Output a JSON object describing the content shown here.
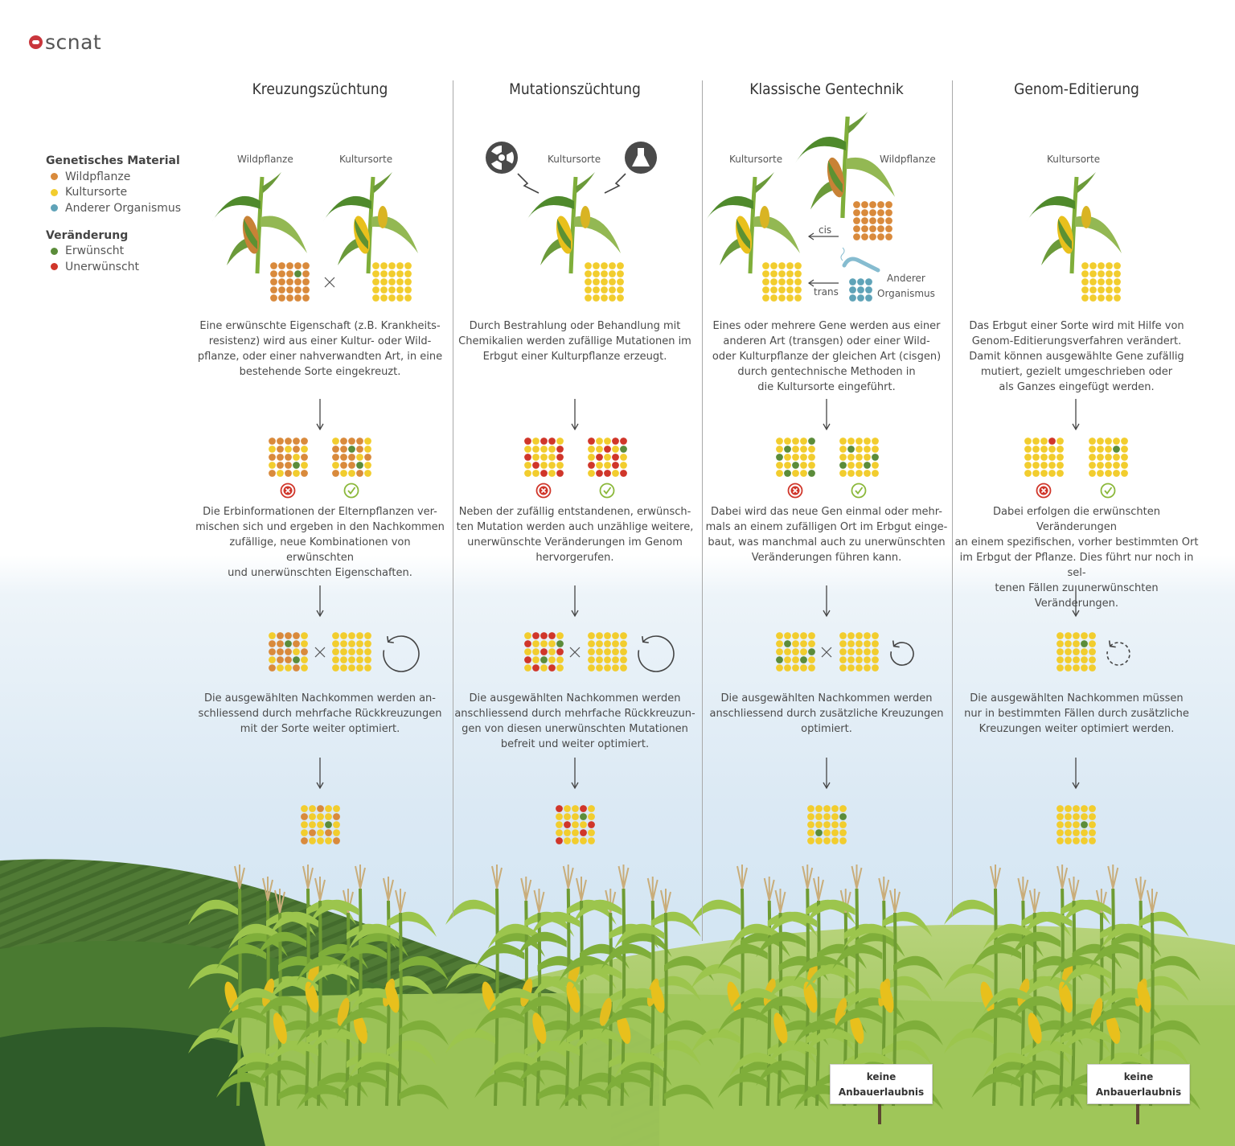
{
  "brand": {
    "logo_text": "scnat"
  },
  "legend": {
    "material_title": "Genetisches Material",
    "material_items": [
      {
        "label": "Wildpflanze",
        "color": "#d98a3c"
      },
      {
        "label": "Kultursorte",
        "color": "#f2cd2e"
      },
      {
        "label": "Anderer Organismus",
        "color": "#5fa3b8"
      }
    ],
    "change_title": "Veränderung",
    "change_items": [
      {
        "label": "Erwünscht",
        "color": "#5b8c3a"
      },
      {
        "label": "Unerwünscht",
        "color": "#d0362a"
      }
    ]
  },
  "columns": [
    {
      "title": "Kreuzungszüchtung",
      "plant_labels": [
        "Wildpflanze",
        "Kultursorte"
      ],
      "desc1": "Eine erwünschte Eigenschaft (z.B. Krankheits-\nresistenz) wird aus einer Kultur- oder Wild-\npflanze, oder einer nahverwandten Art, in eine\nbestehende Sorte eingekreuzt.",
      "desc2": "Die Erbinformationen der Elternpflanzen ver-\nmischen sich und ergeben in den Nachkommen\nzufällige, neue Kombinationen von erwünschten\nund unerwünschten Eigenschaften.",
      "desc3": "Die ausgewählten Nachkommen werden an-\nschliessend durch mehrfache Rückkreuzungen\nmit der Sorte weiter optimiert."
    },
    {
      "title": "Mutationszüchtung",
      "plant_labels": [
        "Kultursorte"
      ],
      "desc1": "Durch Bestrahlung oder Behandlung mit\nChemikalien werden zufällige Mutationen im\nErbgut einer Kulturpflanze erzeugt.",
      "desc2": "Neben der zufällig entstandenen, erwünsch-\nten Mutation werden auch unzählige weitere,\nunerwünschte Veränderungen im Genom\nhervorgerufen.",
      "desc3": "Die ausgewählten Nachkommen werden\nanschliessend durch mehrfache Rückkreuzun-\ngen von diesen unerwünschten Mutationen\nbefreit und weiter optimiert."
    },
    {
      "title": "Klassische Gentechnik",
      "plant_labels": [
        "Kultursorte",
        "Wildpflanze"
      ],
      "cis_label": "cis",
      "trans_label": "trans",
      "other_label": "Anderer\nOrganismus",
      "desc1": "Eines oder mehrere Gene werden aus einer\nanderen Art (transgen) oder einer Wild-\noder Kulturpflanze der gleichen Art (cisgen)\ndurch gentechnische Methoden in\ndie Kultursorte eingeführt.",
      "desc2": "Dabei wird das neue Gen einmal oder mehr-\nmals an einem zufälligen Ort im Erbgut einge-\nbaut, was manchmal auch zu unerwünschten\nVeränderungen führen kann.",
      "desc3": "Die ausgewählten Nachkommen werden\nanschliessend durch zusätzliche Kreuzungen\noptimiert.",
      "sign": "keine\nAnbauerlaubnis"
    },
    {
      "title": "Genom-Editierung",
      "plant_labels": [
        "Kultursorte"
      ],
      "desc1": "Das Erbgut einer Sorte wird mit Hilfe von\nGenom-Editierungsverfahren verändert.\nDamit können ausgewählte Gene zufällig\nmutiert, gezielt umgeschrieben oder\nals Ganzes eingefügt werden.",
      "desc2": "Dabei erfolgen die erwünschten Veränderungen\nan einem spezifischen, vorher bestimmten Ort\nim Erbgut der Pflanze. Dies führt nur noch in sel-\ntenen Fällen zu unerwünschten Veränderungen.",
      "desc3": "Die ausgewählten Nachkommen müssen\nnur in bestimmten Fällen durch zusätzliche\nKreuzungen weiter optimiert werden.",
      "sign": "keine\nAnbauerlaubnis"
    }
  ],
  "colors": {
    "wild": "#d98a3c",
    "crop": "#f2cd2e",
    "other": "#5fa3b8",
    "wanted": "#5b8c3a",
    "unwanted": "#d0362a",
    "stalk": "#7fae3a",
    "leaf_dark": "#4f8a2c",
    "cob": "#e8c01c",
    "husk_wild": "#c88236"
  }
}
